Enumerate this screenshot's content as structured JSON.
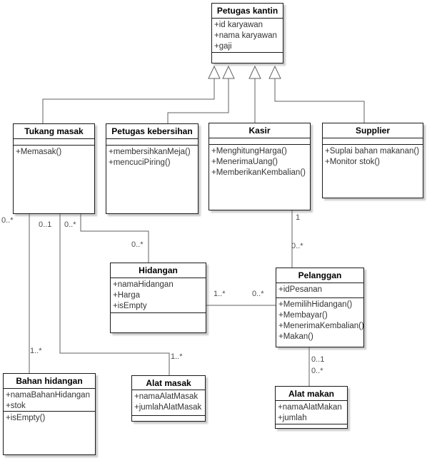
{
  "classes": {
    "petugas_kantin": {
      "name": "Petugas kantin",
      "attributes": [
        "+id karyawan",
        "+nama karyawan",
        "+gaji"
      ],
      "methods": []
    },
    "tukang_masak": {
      "name": "Tukang masak",
      "attributes": [],
      "methods": [
        "+Memasak()"
      ]
    },
    "petugas_kebersihan": {
      "name": "Petugas kebersihan",
      "attributes": [],
      "methods": [
        "+membersihkanMeja()",
        "+mencuciPiring()"
      ]
    },
    "kasir": {
      "name": "Kasir",
      "attributes": [],
      "methods": [
        "+MenghitungHarga()",
        "+MenerimaUang()",
        "+MemberikanKembalian()"
      ]
    },
    "supplier": {
      "name": "Supplier",
      "attributes": [],
      "methods": [
        "+Suplai bahan makanan()",
        "+Monitor stok()"
      ]
    },
    "hidangan": {
      "name": "Hidangan",
      "attributes": [
        "+namaHidangan",
        "+Harga",
        "+isEmpty"
      ],
      "methods": []
    },
    "pelanggan": {
      "name": "Pelanggan",
      "attributes": [
        "+idPesanan"
      ],
      "methods": [
        "+MemilihHidangan()",
        "+Membayar()",
        "+MenerimaKembalian()",
        "+Makan()"
      ]
    },
    "bahan_hidangan": {
      "name": "Bahan hidangan",
      "attributes": [
        "+namaBahanHidangan",
        "+stok"
      ],
      "methods": [
        "+isEmpty()"
      ]
    },
    "alat_masak": {
      "name": "Alat masak",
      "attributes": [
        "+namaAlatMasak",
        "+jumlahAlatMasak"
      ],
      "methods": []
    },
    "alat_makan": {
      "name": "Alat makan",
      "attributes": [
        "+namaAlatMakan",
        "+jumlah"
      ],
      "methods": []
    }
  },
  "relationships": {
    "generalization_parent": "Petugas kantin",
    "generalization_children": [
      "Tukang masak",
      "Petugas kebersihan",
      "Kasir",
      "Supplier"
    ],
    "multiplicities": {
      "tukang_masak_bahan_hidangan": {
        "source": "0..*",
        "target": "1..*"
      },
      "tukang_masak_alat_masak": {
        "source": "0..1",
        "target": "1..*"
      },
      "tukang_masak_hidangan": {
        "source": "0..*",
        "target": "0..*"
      },
      "hidangan_pelanggan": {
        "source": "1..*",
        "target": "0..*"
      },
      "kasir_pelanggan": {
        "source": "1",
        "target": "0..*"
      },
      "pelanggan_alat_makan": {
        "source": "0..1",
        "target": "0..*"
      }
    }
  },
  "colors": {
    "box_fill": "#ffffff",
    "box_border": "#000000",
    "edge": "#616161",
    "text": "#333333",
    "shadow": "#c9c9c9"
  }
}
